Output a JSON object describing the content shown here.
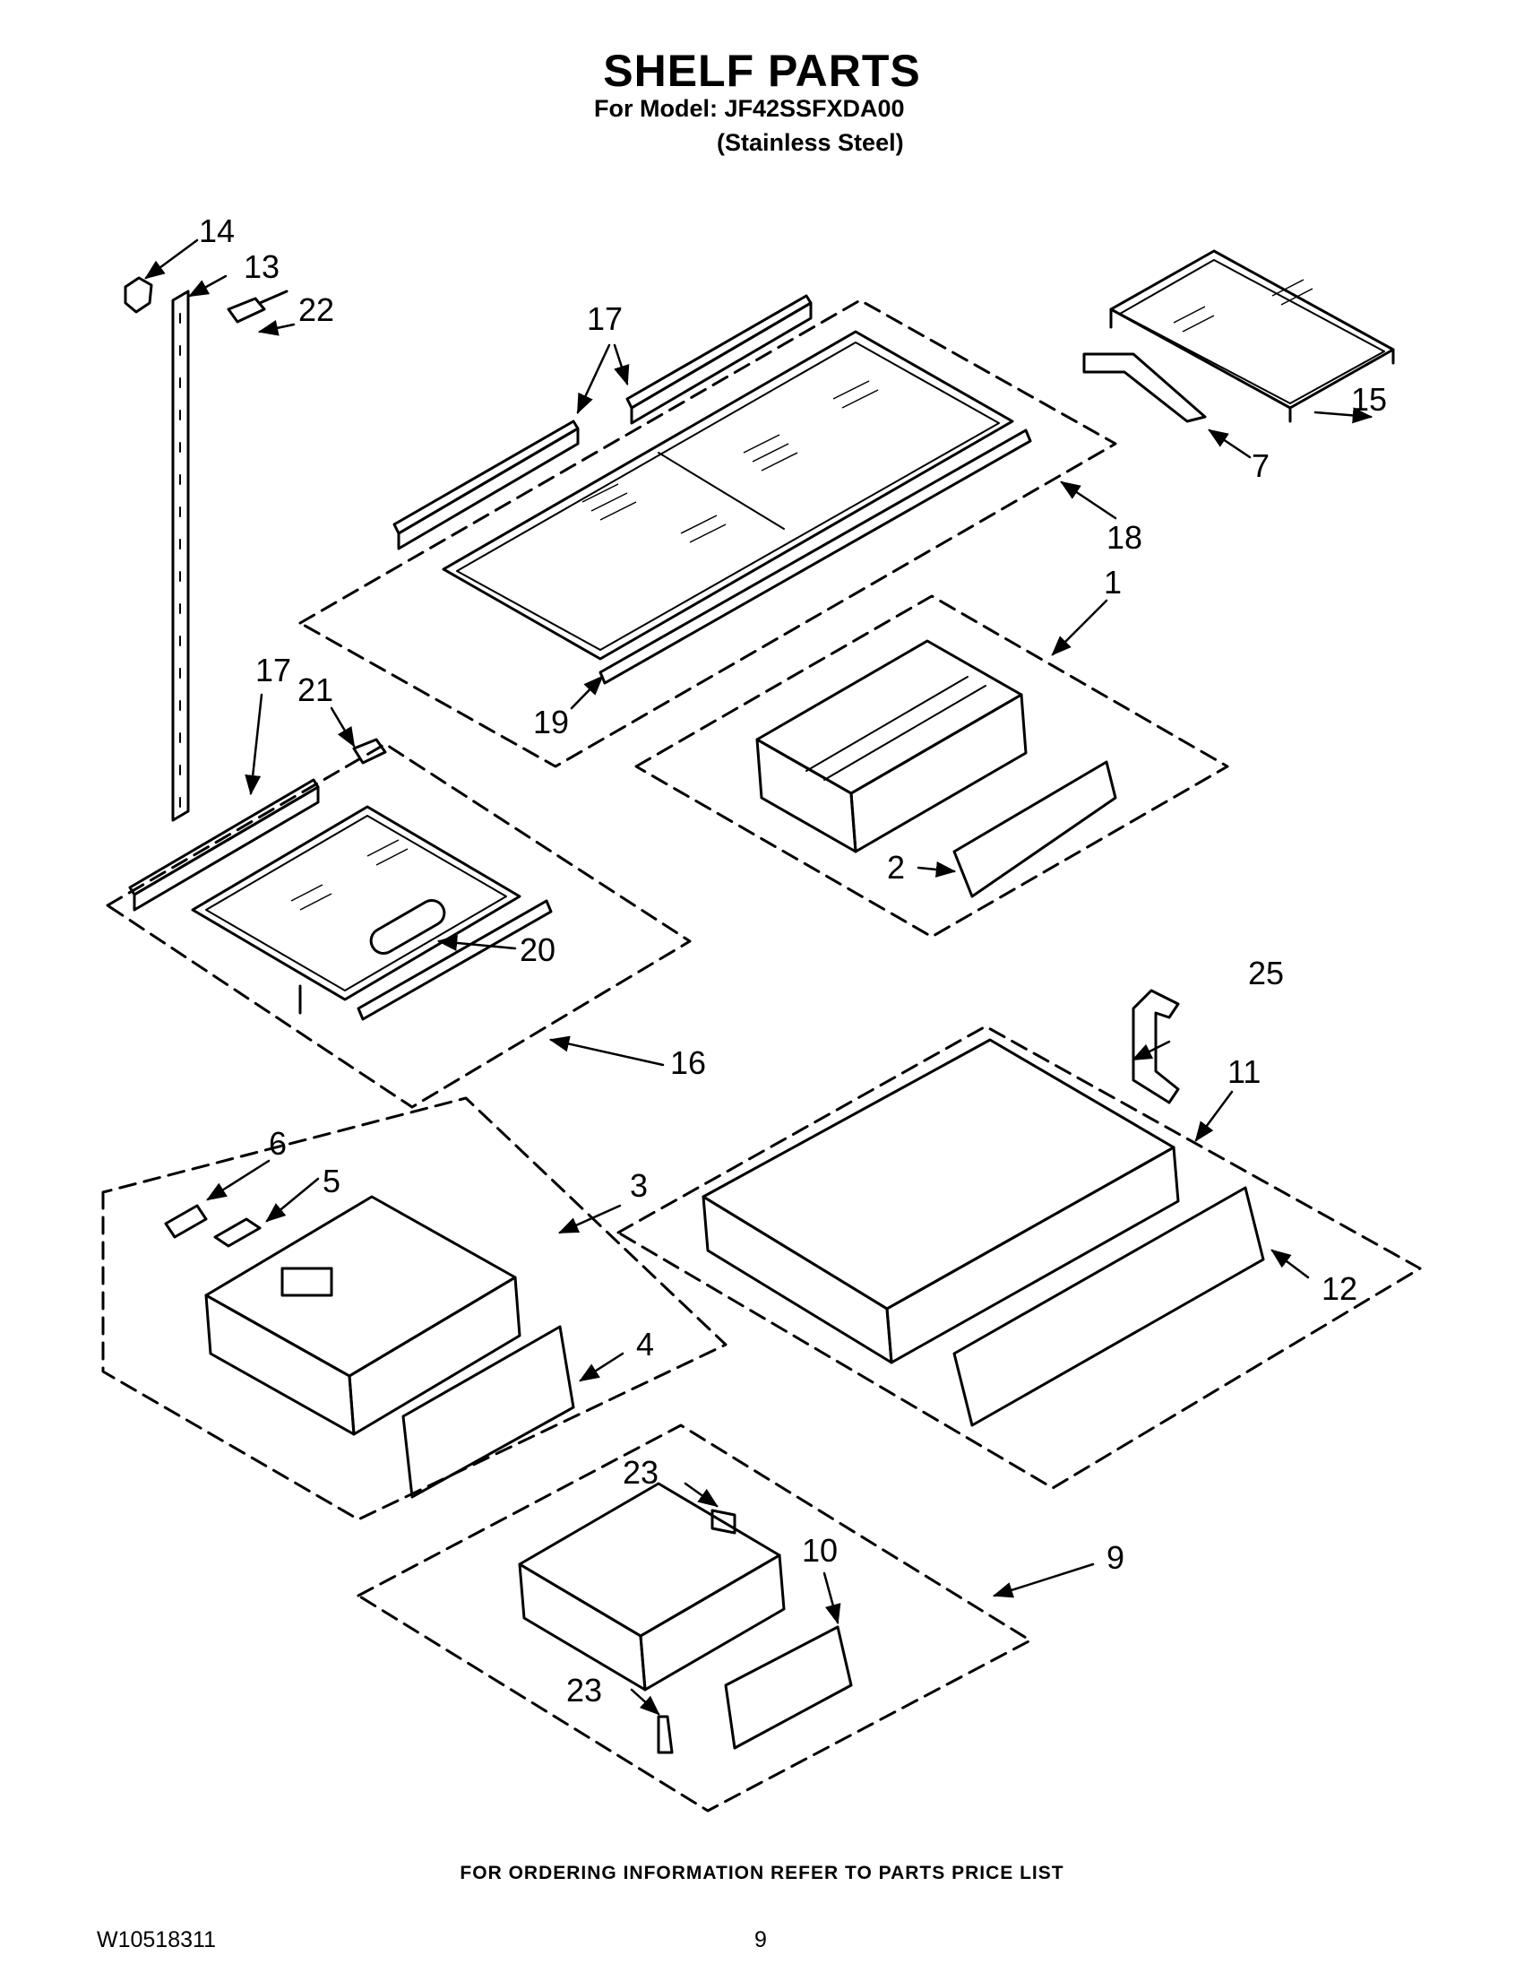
{
  "header": {
    "title": "SHELF PARTS",
    "model_line": "For Model: JF42SSFXDA00",
    "finish_line": "(Stainless Steel)"
  },
  "callouts": [
    "1",
    "2",
    "3",
    "4",
    "5",
    "6",
    "7",
    "9",
    "10",
    "11",
    "12",
    "13",
    "14",
    "15",
    "16",
    "17",
    "17",
    "18",
    "19",
    "20",
    "21",
    "22",
    "23",
    "23",
    "25"
  ],
  "footer": {
    "ordering_note": "FOR ORDERING INFORMATION REFER TO PARTS PRICE LIST",
    "document_number": "W10518311",
    "page_number": "9"
  }
}
